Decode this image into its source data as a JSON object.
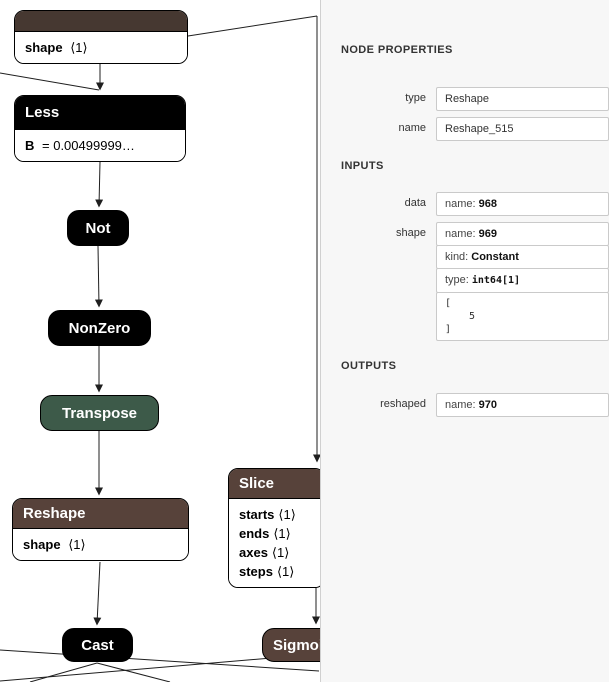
{
  "colors": {
    "node_black": "#000000",
    "node_brown": "#57423a",
    "node_dark_brown": "#463831",
    "node_green": "#3d5a49",
    "panel_bg": "#f7f7f7"
  },
  "graph": {
    "nodes": {
      "top": {
        "attr_key": "shape",
        "attr_val": "⟨1⟩"
      },
      "less": {
        "label": "Less",
        "attr_key": "B",
        "attr_rest": "= 0.00499999…"
      },
      "not": {
        "label": "Not"
      },
      "nonzero": {
        "label": "NonZero"
      },
      "transpose": {
        "label": "Transpose"
      },
      "reshape": {
        "label": "Reshape",
        "attr_key": "shape",
        "attr_val": "⟨1⟩"
      },
      "cast": {
        "label": "Cast"
      },
      "slice": {
        "label": "Slice",
        "attrs": [
          {
            "k": "starts",
            "v": "⟨1⟩"
          },
          {
            "k": "ends",
            "v": "⟨1⟩"
          },
          {
            "k": "axes",
            "v": "⟨1⟩"
          },
          {
            "k": "steps",
            "v": "⟨1⟩"
          }
        ]
      },
      "sigmoid": {
        "label": "Sigmoid"
      }
    }
  },
  "panel": {
    "title": "NODE PROPERTIES",
    "type_label": "type",
    "type_value": "Reshape",
    "name_label": "name",
    "name_value": "Reshape_515",
    "inputs_title": "INPUTS",
    "data_label": "data",
    "data_prefix": "name:",
    "data_value": "968",
    "shape_label": "shape",
    "shape_name_prefix": "name:",
    "shape_name_value": "969",
    "shape_kind_prefix": "kind:",
    "shape_kind_value": "Constant",
    "shape_type_prefix": "type:",
    "shape_type_value": "int64[1]",
    "shape_open": "[",
    "shape_item": "5",
    "shape_close": "]",
    "outputs_title": "OUTPUTS",
    "reshaped_label": "reshaped",
    "reshaped_prefix": "name:",
    "reshaped_value": "970"
  }
}
